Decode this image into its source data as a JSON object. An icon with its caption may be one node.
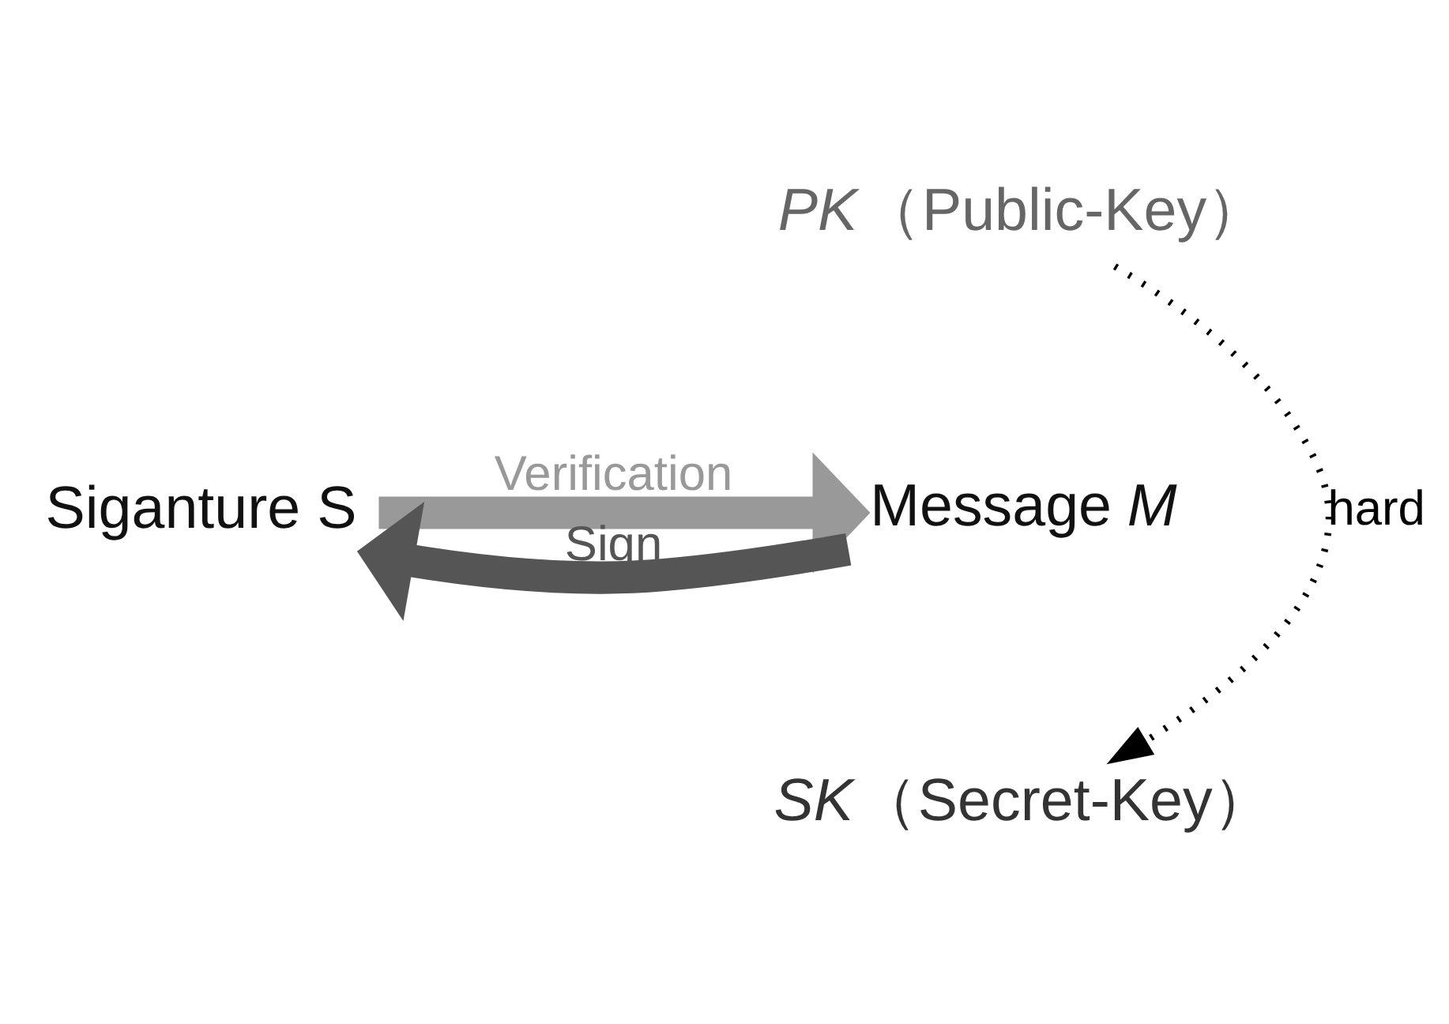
{
  "diagram": {
    "nodes": [
      {
        "text": [
          "*PK*（Public-Key）"
        ]
      },
      {
        "text": [
          "Siganture S"
        ]
      },
      {
        "text": [
          "Message *M*"
        ]
      },
      {
        "text": [
          "*SK*（Secret-Key）"
        ]
      }
    ],
    "edges": [
      {
        "from": 1,
        "to": 2,
        "arrow": "to",
        "label": "Verification",
        "color": "#999999"
      },
      {
        "from": 2,
        "to": 1,
        "arrow": "to",
        "label": "Sign",
        "color": "#555555"
      },
      {
        "from": 0,
        "to": 3,
        "arrow": "to",
        "label": "hard",
        "style": "dashed",
        "color": "#000000"
      }
    ]
  }
}
